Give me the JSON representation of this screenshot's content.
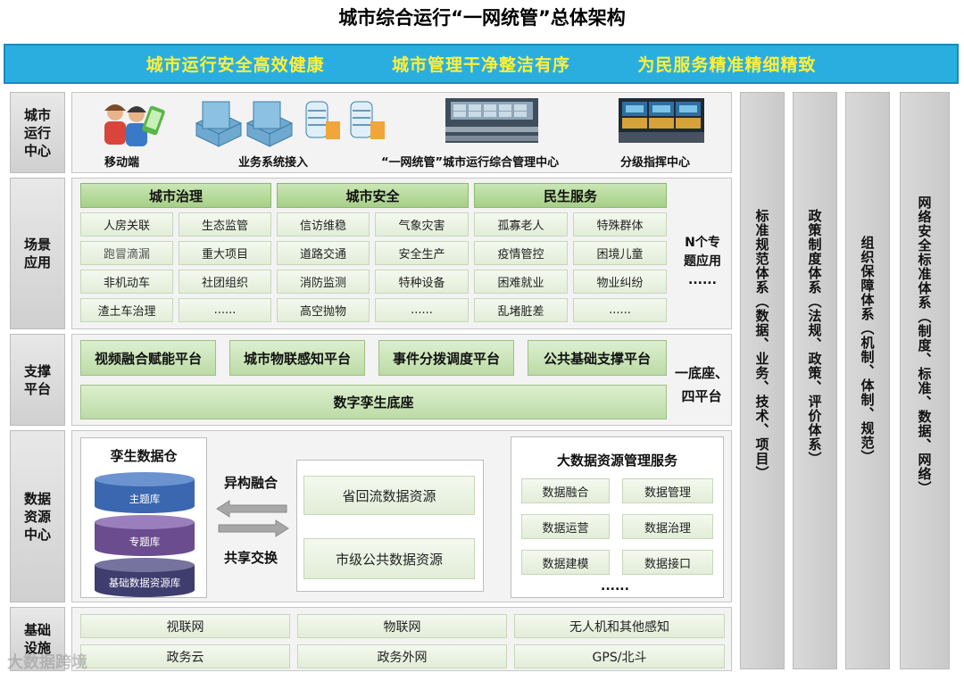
{
  "title": "城市综合运行“一网统管”总体架构",
  "banner": [
    "城市运行安全高效健康",
    "城市管理干净整洁有序",
    "为民服务精准精细精致"
  ],
  "layers": {
    "center": "城市运行中心",
    "scene": "场景应用",
    "support": "支撑平台",
    "data": "数据资源中心",
    "infra": "基础设施"
  },
  "center_items": [
    "移动端",
    "业务系统接入",
    "“一网统管”城市运行综合管理中心",
    "分级指挥中心"
  ],
  "scene": {
    "groups": [
      "城市治理",
      "城市安全",
      "民生服务"
    ],
    "rows": [
      [
        "人房关联",
        "生态监管",
        "信访维稳",
        "气象灾害",
        "孤寡老人",
        "特殊群体"
      ],
      [
        "跑冒滴漏",
        "重大项目",
        "道路交通",
        "安全生产",
        "疫情管控",
        "困境儿童"
      ],
      [
        "非机动车",
        "社团组织",
        "消防监测",
        "特种设备",
        "困难就业",
        "物业纠纷"
      ],
      [
        "渣土车治理",
        "......",
        "高空抛物",
        "......",
        "乱堵脏差",
        "......"
      ]
    ],
    "side": [
      "N个专",
      "题应用",
      "......"
    ]
  },
  "support": {
    "platforms": [
      "视频融合赋能平台",
      "城市物联感知平台",
      "事件分拨调度平台",
      "公共基础支撑平台"
    ],
    "base": "数字孪生底座",
    "side": [
      "一底座、",
      "四平台"
    ]
  },
  "data": {
    "warehouse_title": "孪生数据仓",
    "dbs": [
      "主题库",
      "专题库",
      "基础数据资源库"
    ],
    "fusion": "异构融合",
    "exchange": "共享交换",
    "resources": [
      "省回流数据资源",
      "市级公共数据资源"
    ],
    "mgmt_title": "大数据资源管理服务",
    "mgmt": [
      "数据融合",
      "数据管理",
      "数据运营",
      "数据治理",
      "数据建模",
      "数据接口"
    ],
    "mgmt_more": "......"
  },
  "infra": [
    "视联网",
    "物联网",
    "无人机和其他感知",
    "政务云",
    "政务外网",
    "GPS/北斗"
  ],
  "systems": [
    "标准规范体系（数据、业务、技术、项目）",
    "政策制度体系（法规、政策、评价体系）",
    "组织保障体系（机制、体制、规范）",
    "网络安全标准体系（制度、标准、数据、网络）"
  ],
  "watermark": "大数据跨境",
  "colors": {
    "banner": "#2aaee0",
    "banner_text": "#ffef3a",
    "green": "#a6cf87",
    "db_blue": "#3a67b0",
    "db_purple": "#6b4c8e",
    "db_dark": "#3f3c6e"
  }
}
